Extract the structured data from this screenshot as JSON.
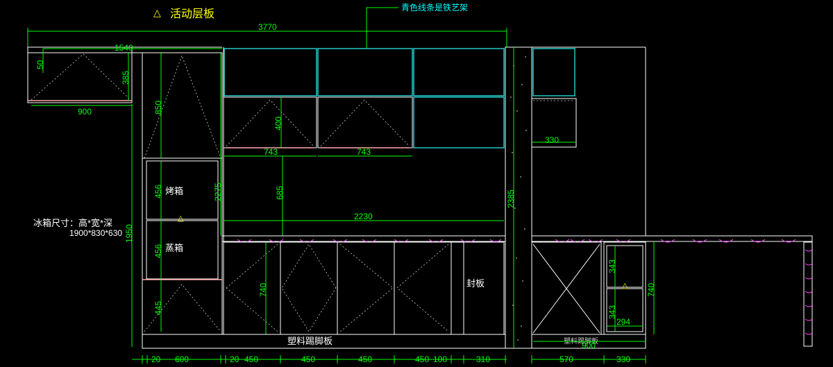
{
  "title": {
    "marker": "△",
    "text": "活动层板"
  },
  "note_top": "青色线条是铁艺架",
  "fridge": {
    "label": "冰箱尺寸：高*宽*深",
    "size": "1900*830*630"
  },
  "labels": {
    "oven": "烤箱",
    "steamer": "蒸箱",
    "panel": "封板",
    "kick_left": "塑料踢脚板",
    "kick_right": "塑料踢脚板",
    "shelf_marker": "△"
  },
  "dims": {
    "total_width": "3770",
    "top_left_width": "1540",
    "top_left_h50": "50",
    "top_left_h385": "385",
    "top_left_w900": "900",
    "tall_h850": "850",
    "tall_h2275": "2275",
    "fridge_h1950": "1950",
    "oven_h456": "456",
    "steam_h456": "456",
    "base_h445": "445",
    "wall_h400": "400",
    "wall_w743a": "743",
    "wall_w743b": "743",
    "gap_h685": "685",
    "counter_w2230": "2230",
    "base_h740": "740",
    "column_h2385": "2385",
    "right_w330": "330",
    "right_h343a": "343",
    "right_h343b": "343",
    "right_w294": "294",
    "right_h740": "740",
    "right_w900": "900",
    "bottom": [
      "20",
      "600",
      "20",
      "450",
      "450",
      "450",
      "450",
      "100",
      "310",
      "570",
      "330"
    ]
  }
}
